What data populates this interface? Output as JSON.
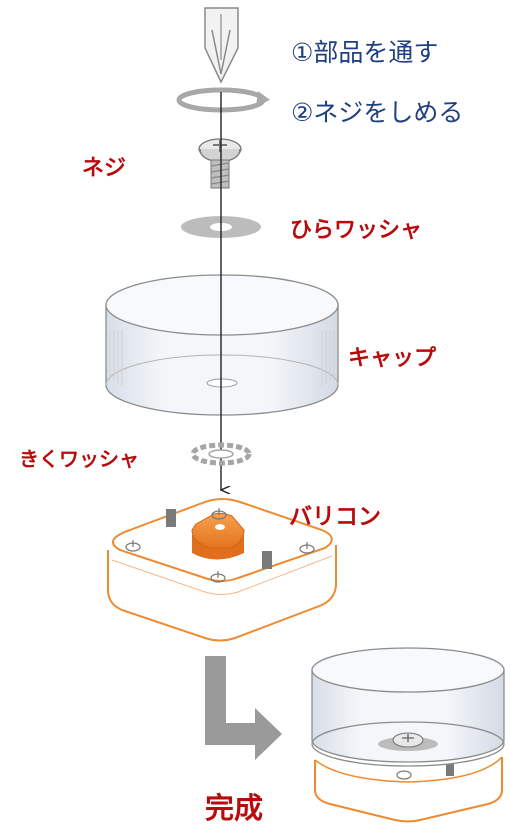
{
  "steps": [
    "①部品を通す",
    "②ネジをしめる"
  ],
  "labels": {
    "screw": "ネジ",
    "flat_washer": "ひらワッシャ",
    "cap": "キャップ",
    "lock_washer": "きくワッシャ",
    "varicon": "バリコン",
    "done": "完成"
  },
  "colors": {
    "label_red": "#b80c0c",
    "step_blue": "#1f3f80",
    "orange": "#f08a30",
    "gray_arrow": "#9a9a9a"
  }
}
